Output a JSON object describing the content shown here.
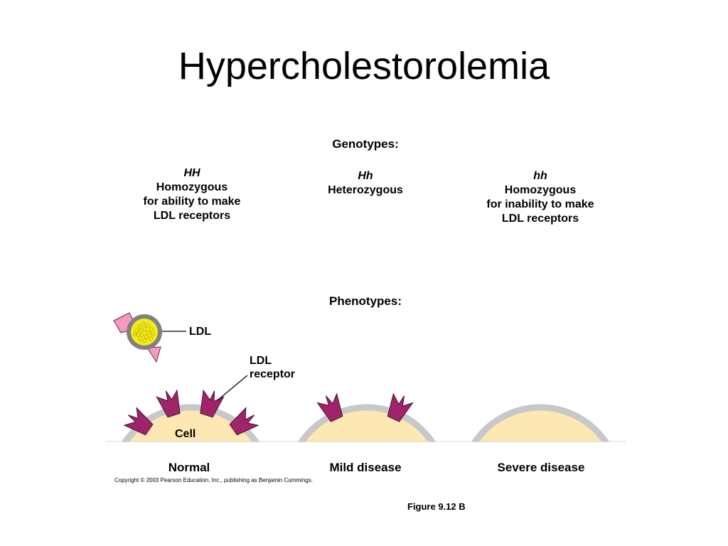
{
  "slide": {
    "title": "Hypercholestorolemia",
    "figure_caption": "Figure 9.12 B",
    "copyright": "Copyright © 2003 Pearson Education, Inc., publishing as Benjamin Cummings."
  },
  "genotypes": {
    "heading": "Genotypes:",
    "items": [
      {
        "symbol": "HH",
        "lines": [
          "Homozygous",
          "for ability to make",
          "LDL receptors"
        ]
      },
      {
        "symbol": "Hh",
        "lines": [
          "Heterozygous"
        ]
      },
      {
        "symbol": "hh",
        "lines": [
          "Homozygous",
          "for inability to make",
          "LDL receptors"
        ]
      }
    ]
  },
  "phenotypes": {
    "heading": "Phenotypes:",
    "labels": [
      "Normal",
      "Mild disease",
      "Severe disease"
    ]
  },
  "diagram": {
    "ldl_label": "LDL",
    "receptor_label_1": "LDL",
    "receptor_label_2": "receptor",
    "cell_label": "Cell",
    "colors": {
      "cell_fill": "#fde8b4",
      "membrane": "#c8c8c8",
      "receptor": "#a0246a",
      "ldl_core": "#f2ea1c",
      "ldl_ring": "#808080",
      "protein": "#f49ac1"
    }
  }
}
